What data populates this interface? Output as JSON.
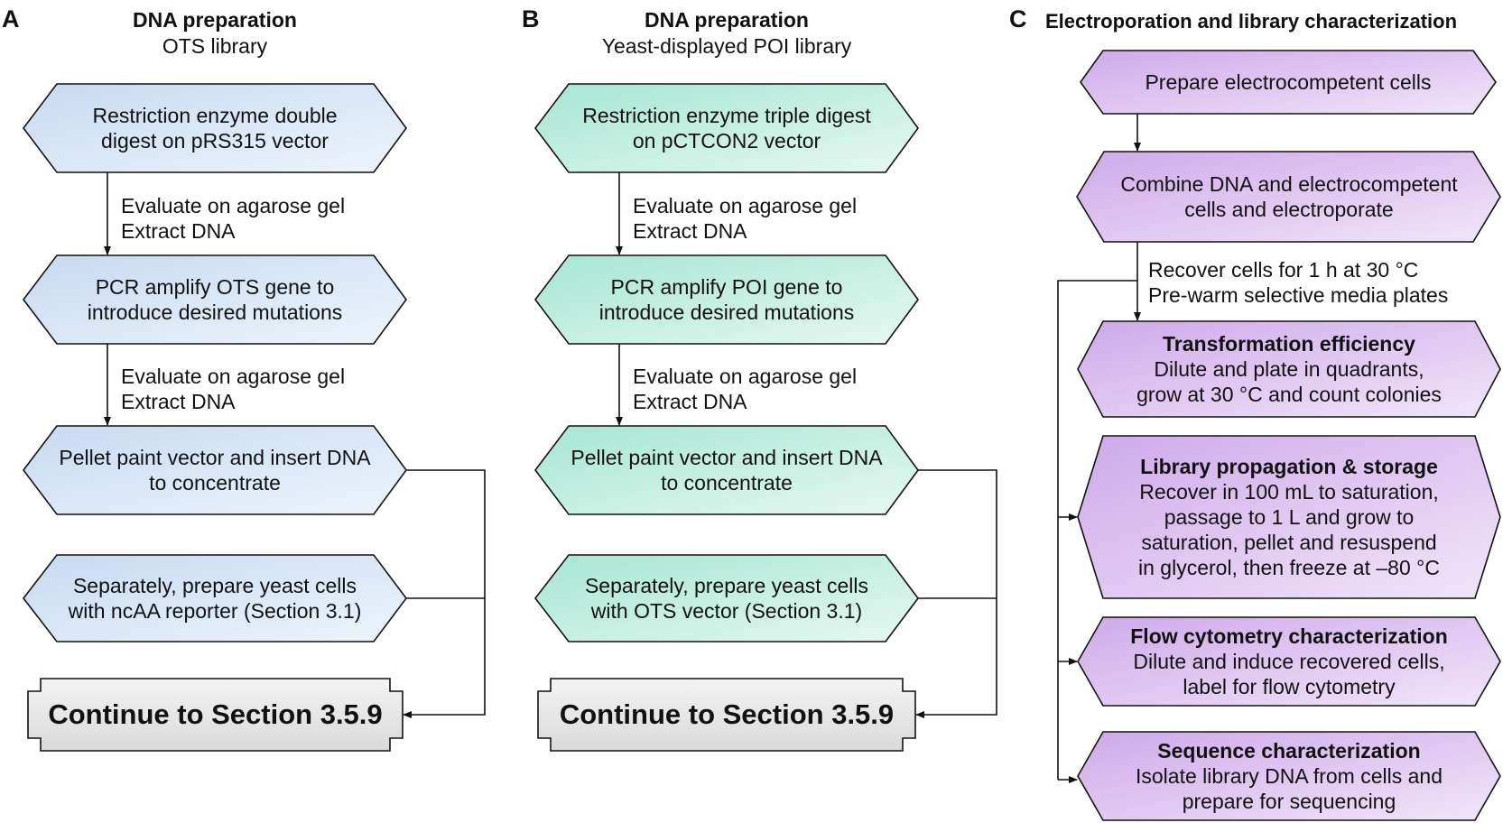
{
  "colors": {
    "blue_fill": "#dbe7f6",
    "teal_fill": "#c6f0e3",
    "purple_fill": "#dfc6f0",
    "gray_fill": "#e5e5e5",
    "stroke": "#111111"
  },
  "panel_a": {
    "letter": "A",
    "title": "DNA preparation",
    "subtitle": "OTS library",
    "steps": [
      {
        "line1": "Restriction enzyme double",
        "line2": "digest on pRS315 vector"
      },
      {
        "line1": "PCR amplify OTS gene to",
        "line2": "introduce desired mutations"
      },
      {
        "line1": "Pellet paint vector and insert DNA",
        "line2": "to concentrate"
      },
      {
        "line1": "Separately, prepare yeast cells",
        "line2": "with ncAA reporter (Section 3.1)"
      }
    ],
    "notes": [
      {
        "line1": "Evaluate on agarose gel",
        "line2": "Extract DNA"
      },
      {
        "line1": "Evaluate on agarose gel",
        "line2": "Extract DNA"
      }
    ],
    "final": "Continue to Section 3.5.9"
  },
  "panel_b": {
    "letter": "B",
    "title": "DNA preparation",
    "subtitle": "Yeast-displayed POI library",
    "steps": [
      {
        "line1": "Restriction enzyme triple digest",
        "line2": "on pCTCON2 vector"
      },
      {
        "line1": "PCR amplify POI gene to",
        "line2": "introduce desired mutations"
      },
      {
        "line1": "Pellet paint vector and insert DNA",
        "line2": "to concentrate"
      },
      {
        "line1": "Separately, prepare yeast cells",
        "line2": "with OTS vector (Section 3.1)"
      }
    ],
    "notes": [
      {
        "line1": "Evaluate on agarose gel",
        "line2": "Extract DNA"
      },
      {
        "line1": "Evaluate on agarose gel",
        "line2": "Extract DNA"
      }
    ],
    "final": "Continue to Section 3.5.9"
  },
  "panel_c": {
    "letter": "C",
    "title": "Electroporation and library characterization",
    "step1": "Prepare electrocompetent cells",
    "step2": {
      "line1": "Combine DNA and electrocompetent",
      "line2": "cells and electroporate"
    },
    "note": {
      "line1": "Recover cells for 1 h at 30 °C",
      "line2": "Pre-warm selective media plates"
    },
    "branches": [
      {
        "heading": "Transformation efficiency",
        "lines": [
          "Dilute and plate in quadrants,",
          "grow at 30 °C and count colonies"
        ]
      },
      {
        "heading": "Library propagation & storage",
        "lines": [
          "Recover in 100 mL to saturation,",
          "passage to 1 L and grow to",
          "saturation, pellet and resuspend",
          "in glycerol, then freeze at –80 °C"
        ]
      },
      {
        "heading": "Flow cytometry characterization",
        "lines": [
          "Dilute and induce recovered cells,",
          "label for flow cytometry"
        ]
      },
      {
        "heading": "Sequence characterization",
        "lines": [
          "Isolate library DNA from cells and",
          "prepare for sequencing"
        ]
      }
    ]
  }
}
